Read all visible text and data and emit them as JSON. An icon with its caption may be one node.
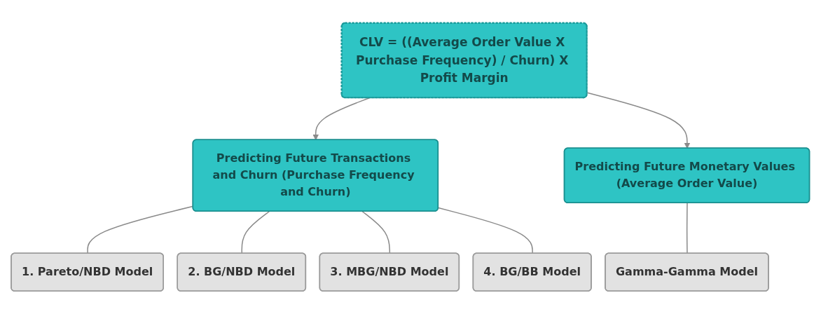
{
  "diagram": {
    "nodes": [
      {
        "text": [
          "CLV = ((Average Order Value X Purchase Frequency) / Churn) X Profit Margin"
        ]
      },
      {
        "text": [
          "Predicting Future Transactions and Churn (Purchase Frequency and Churn)"
        ]
      },
      {
        "text": [
          "Predicting Future Monetary Values (Average Order Value)"
        ]
      },
      {
        "text": [
          "1. Pareto/NBD Model"
        ]
      },
      {
        "text": [
          "2. BG/NBD Model"
        ]
      },
      {
        "text": [
          "3. MBG/NBD Model"
        ]
      },
      {
        "text": [
          "4. BG/BB Model"
        ]
      },
      {
        "text": [
          "Gamma-Gamma Model"
        ]
      }
    ],
    "edges": [
      {
        "from": 0,
        "to": 1,
        "arrow": "to"
      },
      {
        "from": 0,
        "to": 2,
        "arrow": "to"
      },
      {
        "from": 1,
        "to": 3,
        "arrow": "none"
      },
      {
        "from": 1,
        "to": 4,
        "arrow": "none"
      },
      {
        "from": 1,
        "to": 5,
        "arrow": "none"
      },
      {
        "from": 1,
        "to": 6,
        "arrow": "none"
      },
      {
        "from": 2,
        "to": 7,
        "arrow": "none"
      }
    ]
  }
}
